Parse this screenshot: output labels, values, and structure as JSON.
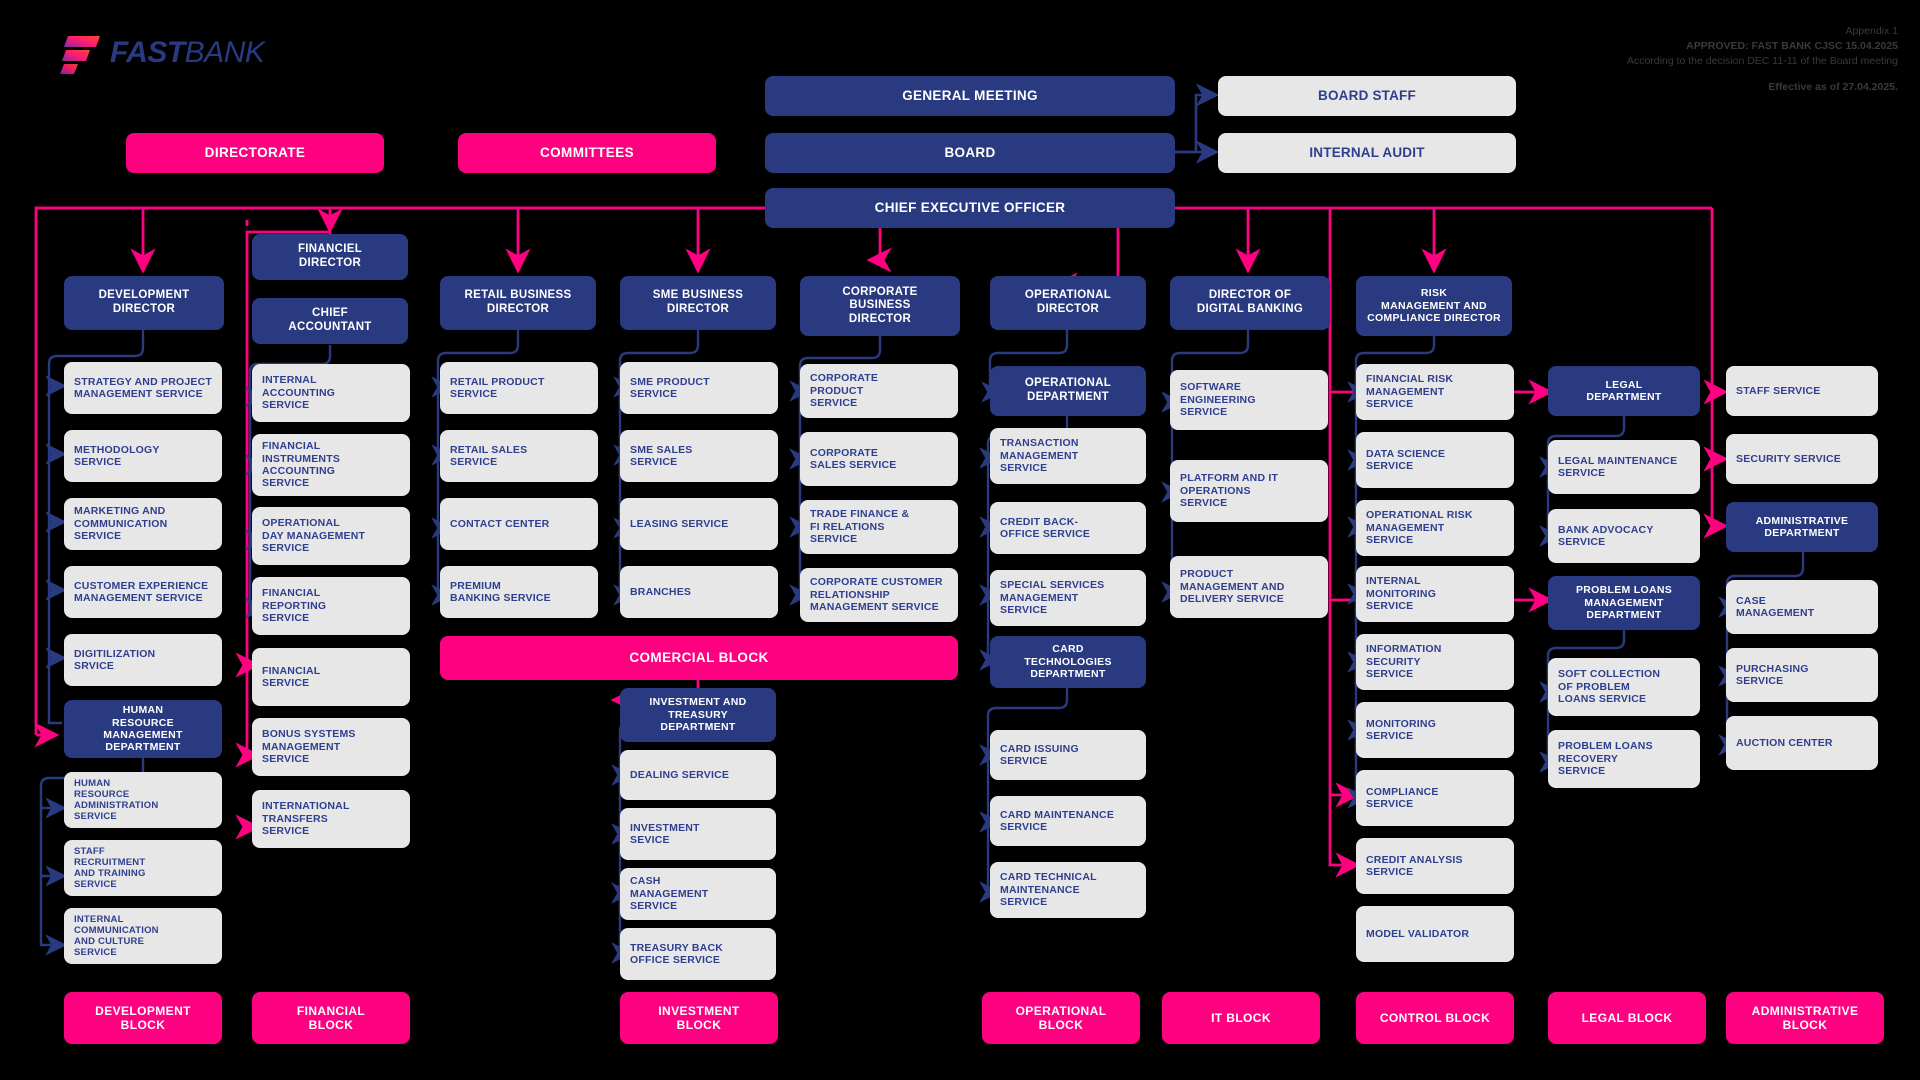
{
  "brand": {
    "logo_fast": "FAST",
    "logo_bank": "BANK",
    "pink": "#ff0080",
    "navy": "#2a3a80",
    "grey": "#e7e7e7"
  },
  "header": {
    "appendix": "Appendix 1",
    "approved": "APPROVED: FAST BANK CJSC 15.04.2025",
    "decision": "According to the decision DEC 11-11 of the Board meeting",
    "effective": "Effective as of 27.04.2025."
  },
  "top": {
    "general_meeting": "GENERAL MEETING",
    "board": "BOARD",
    "ceo": "CHIEF EXECUTIVE OFFICER",
    "board_staff": "BOARD STAFF",
    "internal_audit": "INTERNAL AUDIT",
    "directorate": "DIRECTORATE",
    "committees": "COMMITTEES"
  },
  "directors": {
    "development": "DEVELOPMENT\nDIRECTOR",
    "financial": "FINANCIEL\nDIRECTOR",
    "chief_accountant": "CHIEF\nACCOUNTANT",
    "retail": "RETAIL BUSINESS\nDIRECTOR",
    "sme": "SME BUSINESS\nDIRECTOR",
    "corporate": "CORPORATE\nBUSINESS\nDIRECTOR",
    "operational": "OPERATIONAL\nDIRECTOR",
    "digital": "DIRECTOR OF\nDIGITAL BANKING",
    "risk": "RISK\nMANAGEMENT AND\nCOMPLIANCE DIRECTOR"
  },
  "departments": {
    "hr": "HUMAN\nRESOURCE\nMANAGEMENT\nDEPARTMENT",
    "operational_dept": "OPERATIONAL\nDEPARTMENT",
    "card_tech": "CARD\nTECHNOLOGIES\nDEPARTMENT",
    "investment_treasury": "INVESTMENT AND\nTREASURY\nDEPARTMENT",
    "legal": "LEGAL\nDEPARTMENT",
    "problem_loans": "PROBLEM LOANS\nMANAGEMENT\nDEPARTMENT",
    "administrative": "ADMINISTRATIVE\nDEPARTMENT"
  },
  "services": {
    "development": [
      "STRATEGY AND PROJECT\nMANAGEMENT SERVICE",
      "METHODOLOGY\nSERVICE",
      "MARKETING AND\nCOMMUNICATION SERVICE",
      "CUSTOMER EXPERIENCE\nMANAGEMENT SERVICE",
      "DIGITILIZATION\nSRVICE"
    ],
    "hr": [
      "HUMAN\nRESOURCE\nADMINISTRATION\nSERVICE",
      "STAFF\nRECRUITMENT\nAND TRAINING\nSERVICE",
      "INTERNAL\nCOMMUNICATION\nAND CULTURE\nSERVICE"
    ],
    "financial": [
      "INTERNAL\nACCOUNTING\nSERVICE",
      "FINANCIAL\nINSTRUMENTS\nACCOUNTING\nSERVICE",
      "OPERATIONAL\nDAY MANAGEMENT\nSERVICE",
      "FINANCIAL\nREPORTING\nSERVICE",
      "FINANCIAL\nSERVICE",
      "BONUS SYSTEMS\nMANAGEMENT\nSERVICE",
      "INTERNATIONAL\nTRANSFERS\nSERVICE"
    ],
    "retail": [
      "RETAIL PRODUCT\nSERVICE",
      "RETAIL SALES\nSERVICE",
      "CONTACT CENTER",
      "PREMIUM\nBANKING SERVICE"
    ],
    "sme": [
      "SME PRODUCT\nSERVICE",
      "SME SALES\nSERVICE",
      "LEASING SERVICE",
      "BRANCHES"
    ],
    "corporate": [
      "CORPORATE\nPRODUCT\nSERVICE",
      "CORPORATE\nSALES SERVICE",
      "TRADE FINANCE &\nFI RELATIONS\nSERVICE",
      "CORPORATE CUSTOMER\nRELATIONSHIP\nMANAGEMENT SERVICE"
    ],
    "investment": [
      "DEALING SERVICE",
      "INVESTMENT\nSEVICE",
      "CASH\nMANAGEMENT\nSERVICE",
      "TREASURY BACK\nOFFICE SERVICE"
    ],
    "operational": [
      "TRANSACTION\nMANAGEMENT\nSERVICE",
      "CREDIT BACK-\nOFFICE SERVICE",
      "SPECIAL SERVICES\nMANAGEMENT\nSERVICE"
    ],
    "card": [
      "CARD ISSUING\nSERVICE",
      "CARD MAINTENANCE\nSERVICE",
      "CARD TECHNICAL\nMAINTENANCE\nSERVICE"
    ],
    "digital": [
      "SOFTWARE\nENGINEERING\nSERVICE",
      "PLATFORM AND IT\nOPERATIONS\nSERVICE",
      "PRODUCT\nMANAGEMENT AND\nDELIVERY SERVICE"
    ],
    "risk": [
      "FINANCIAL RISK\nMANAGEMENT\nSERVICE",
      "DATA SCIENCE\nSERVICE",
      "OPERATIONAL RISK\nMANAGEMENT\nSERVICE",
      "INTERNAL\nMONITORING\nSERVICE",
      "INFORMATION\nSECURITY\nSERVICE",
      "MONITORING\nSERVICE",
      "COMPLIANCE\nSERVICE",
      "CREDIT ANALYSIS\nSERVICE",
      "MODEL VALIDATOR"
    ],
    "legal": [
      "LEGAL MAINTENANCE\nSERVICE",
      "BANK ADVOCACY\nSERVICE"
    ],
    "problem_loans": [
      "SOFT COLLECTION\nOF PROBLEM\nLOANS SERVICE",
      "PROBLEM LOANS\nRECOVERY\nSERVICE"
    ],
    "administrative_top": [
      "STAFF SERVICE",
      "SECURITY SERVICE"
    ],
    "administrative": [
      "CASE\nMANAGEMENT",
      "PURCHASING\nSERVICE",
      "AUCTION CENTER"
    ]
  },
  "blocks": {
    "comercial": "COMERCIAL BLOCK",
    "bottom": [
      "DEVELOPMENT\nBLOCK",
      "FINANCIAL\nBLOCK",
      "INVESTMENT\nBLOCK",
      "OPERATIONAL\nBLOCK",
      "IT BLOCK",
      "CONTROL BLOCK",
      "LEGAL BLOCK",
      "ADMINISTRATIVE\nBLOCK"
    ]
  }
}
